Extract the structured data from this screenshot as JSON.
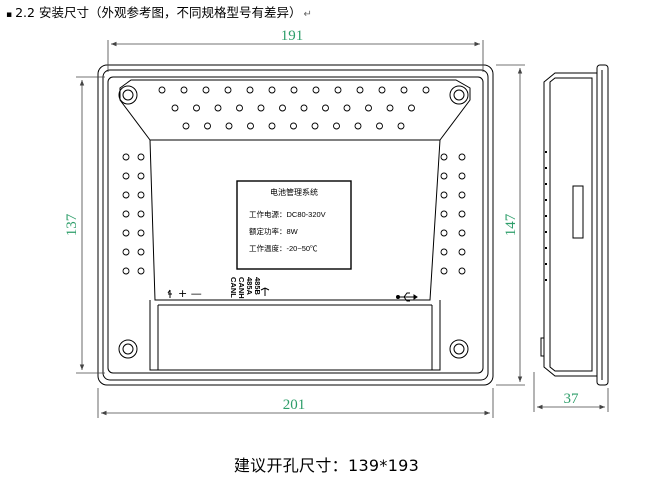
{
  "heading": {
    "marker": "▪",
    "text": "2.2 安装尺寸（外观参考图，不同规格型号有差异）",
    "paragraph_mark": "↵"
  },
  "dimensions": {
    "top_width": "191",
    "bottom_width": "201",
    "left_height": "137",
    "right_height": "147",
    "depth": "37"
  },
  "nameplate": {
    "title": "电池管理系统",
    "line1": "工作电源：DC80-320V",
    "line2": "额定功率：8W",
    "line3": "工作温度：-20~50℃"
  },
  "connectors": {
    "power": "+ —",
    "rotated_labels": [
      "CANL",
      "CANH",
      "485A",
      "485B"
    ]
  },
  "caption": "建议开孔尺寸：139*193",
  "colors": {
    "dimension": "#2e9e6a",
    "outline": "#000000"
  }
}
